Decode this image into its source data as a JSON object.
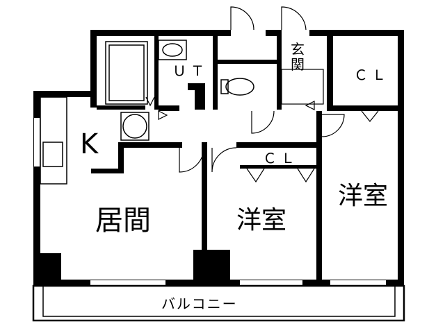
{
  "floor_plan": {
    "rooms": {
      "living": "居間",
      "kitchen": "K",
      "western_1": "洋室",
      "western_2": "洋室",
      "unit_bath": "ＵＴ",
      "closet_1": "ＣＬ",
      "closet_2": "ＣＬ",
      "entrance": "玄\n関",
      "balcony": "バルコニー"
    },
    "colors": {
      "wall": "#000000",
      "background": "#ffffff",
      "fixture": "#000000"
    }
  }
}
